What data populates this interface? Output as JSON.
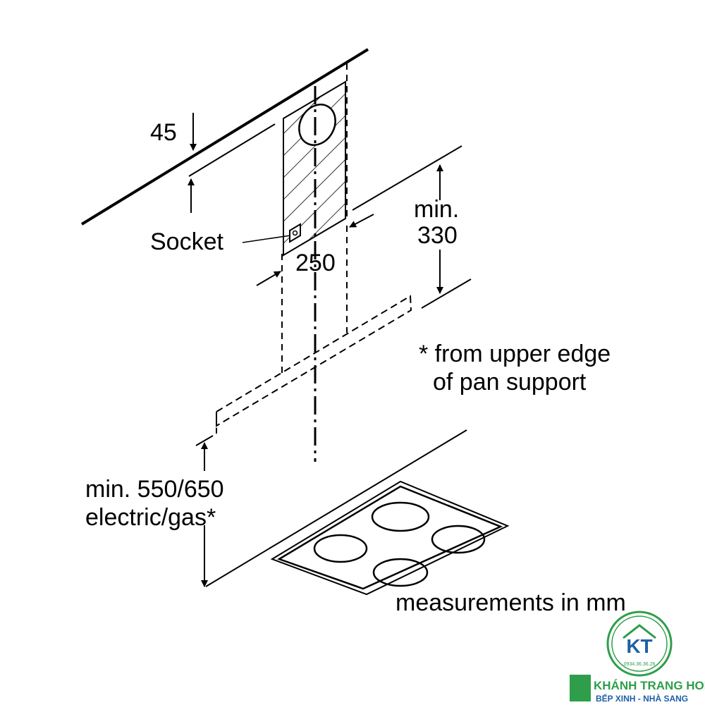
{
  "labels": {
    "wall_gap": "45",
    "socket": "Socket",
    "duct_width": "250",
    "min_line1": "min.",
    "min_line2": "330",
    "footnote_line1": "* from upper edge",
    "footnote_line2": "of pan support",
    "hob_clearance_line1": "min. 550/650",
    "hob_clearance_line2": "electric/gas*",
    "units_note": "measurements in mm"
  },
  "watermark": {
    "monogram": "KT",
    "phone": "0934.36.36.26",
    "brand": "KHÁNH TRANG HOME",
    "tagline": "BẾP XINH - NHÀ SANG",
    "colors": {
      "green": "#2e9e4a",
      "blue": "#1f5fa8"
    }
  }
}
